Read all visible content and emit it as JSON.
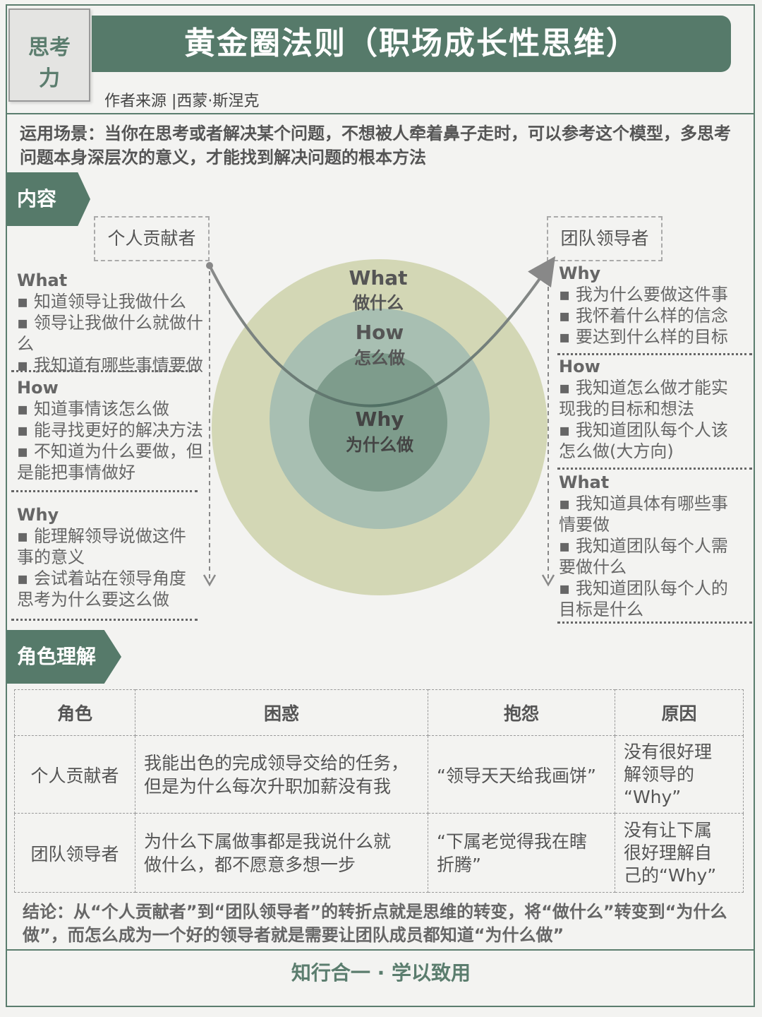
{
  "badge": "思考力",
  "badge_lines": [
    "思考",
    "力"
  ],
  "title": "黄金圈法则（职场成长性思维）",
  "source": "作者来源 |西蒙·斯涅克",
  "scene": "运用场景：当你在思考或者解决某个问题，不想被人牵着鼻子走时，可以参考这个模型，多思考问题本身深层次的意义，才能找到解决问题的根本方法",
  "content_label": "内容",
  "left_role": "个人贡献者",
  "right_role": "团队领导者",
  "circles": [
    {
      "en": "What",
      "zh": "做什么",
      "color": "#d3d7b5"
    },
    {
      "en": "How",
      "zh": "怎么做",
      "color": "#a8bfb2"
    },
    {
      "en": "Why",
      "zh": "为什么做",
      "color": "#7e9c8c"
    }
  ],
  "left_sections": [
    {
      "head": "What",
      "items": [
        "▪ 知道领导让我做什么",
        "▪ 领导让我做什么就做什么",
        "▪ 我知道有哪些事情要做"
      ]
    },
    {
      "head": "How",
      "items": [
        "▪ 知道事情该怎么做",
        "▪ 能寻找更好的解决方法",
        "▪ 不知道为什么要做，但",
        "是能把事情做好"
      ]
    },
    {
      "head": "Why",
      "items": [
        "▪ 能理解领导说做这件",
        "事的意义",
        "▪ 会试着站在领导角度",
        "思考为什么要这么做"
      ]
    }
  ],
  "right_sections": [
    {
      "head": "Why",
      "items": [
        "▪ 我为什么要做这件事",
        "▪ 我怀着什么样的信念",
        "▪ 要达到什么样的目标"
      ]
    },
    {
      "head": "How",
      "items": [
        "▪ 我知道怎么做才能实",
        "现我的目标和想法",
        "▪ 我知道团队每个人该",
        "怎么做(大方向)"
      ]
    },
    {
      "head": "What",
      "items": [
        "▪ 我知道具体有哪些事",
        "情要做",
        "▪ 我知道团队每个人需",
        "要做什么",
        "▪ 我知道团队每个人的",
        "目标是什么"
      ]
    }
  ],
  "roles_label": "角色理解",
  "table": {
    "headers": [
      "角色",
      "困惑",
      "抱怨",
      "原因"
    ],
    "rows": [
      {
        "role": "个人贡献者",
        "confusion": [
          "我能出色的完成领导交给的任务，",
          "但是为什么每次升职加薪没有我"
        ],
        "complaint": [
          "“领导天天给我画饼”"
        ],
        "reason": [
          "没有很好理",
          "解领导的",
          "“Why”"
        ]
      },
      {
        "role": "团队领导者",
        "confusion": [
          "为什么下属做事都是我说什么就",
          "做什么，都不愿意多想一步"
        ],
        "complaint": [
          "“下属老觉得我在瞎",
          "折腾”"
        ],
        "reason": [
          "没有让下属",
          "很好理解自",
          "己的“Why”"
        ]
      }
    ]
  },
  "conclusion": "结论：从“个人贡献者”到“团队领导者”的转折点就是思维的转变，将“做什么”转变到“为什么做”，而怎么成为一个好的领导者就是需要让团队成员都知道“为什么做”",
  "footer": "知行合一 · 学以致用"
}
